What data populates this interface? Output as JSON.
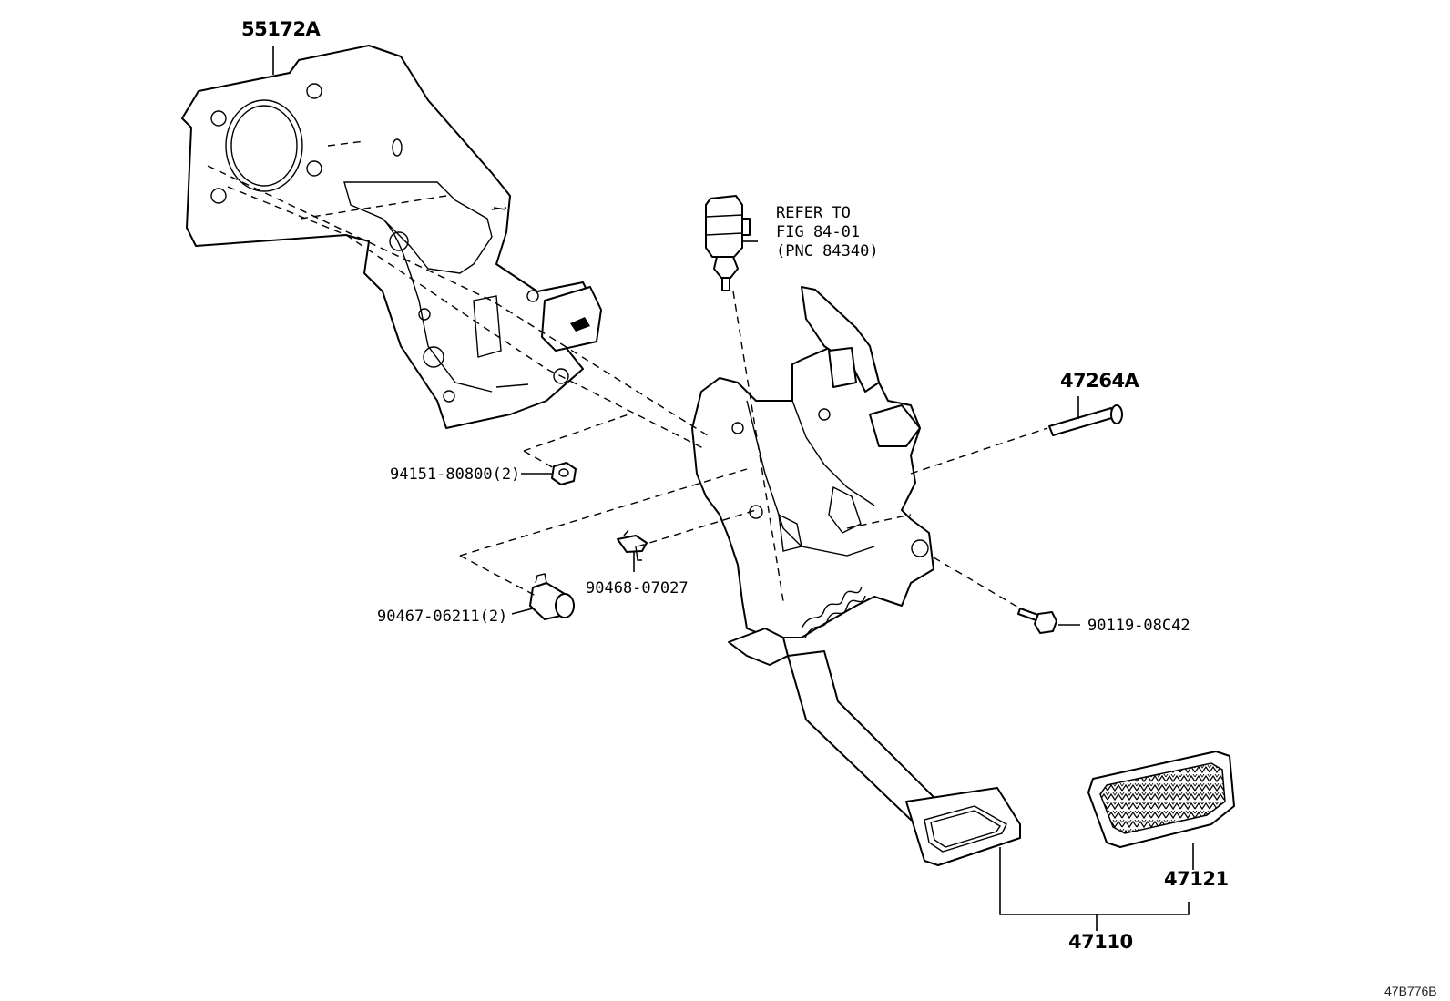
{
  "labels": {
    "bracket": "55172A",
    "switch_note_1": "REFER TO",
    "switch_note_2": "FIG 84-01",
    "switch_note_3": "(PNC 84340)",
    "pin": "47264A",
    "nut": "94151-80800(2)",
    "clip": "90468-07027",
    "cushion": "90467-06211(2)",
    "bolt": "90119-08C42",
    "pad": "47121",
    "pedal": "47110"
  },
  "figure_code": "47B776B"
}
